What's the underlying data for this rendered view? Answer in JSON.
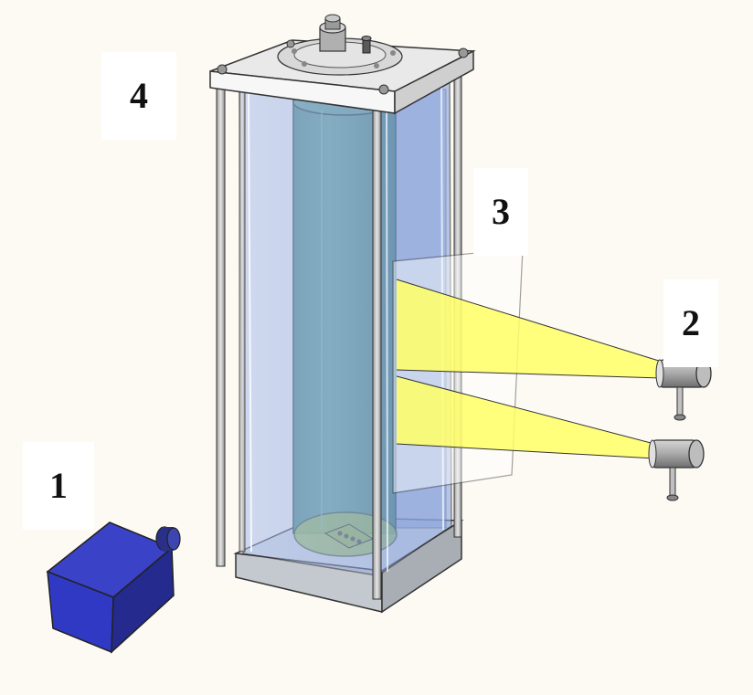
{
  "labels": {
    "camera": "1",
    "lasers": "2",
    "light_sheet": "3",
    "tank": "4"
  },
  "colors": {
    "background": "#fdfaf4",
    "tank_glass": "#9fb4e6",
    "inner_cylinder": "#5f9e8e",
    "laser_beam": "#ffff66",
    "camera_body": "#2c34b8",
    "frame_metal": "#c8c8c8"
  }
}
